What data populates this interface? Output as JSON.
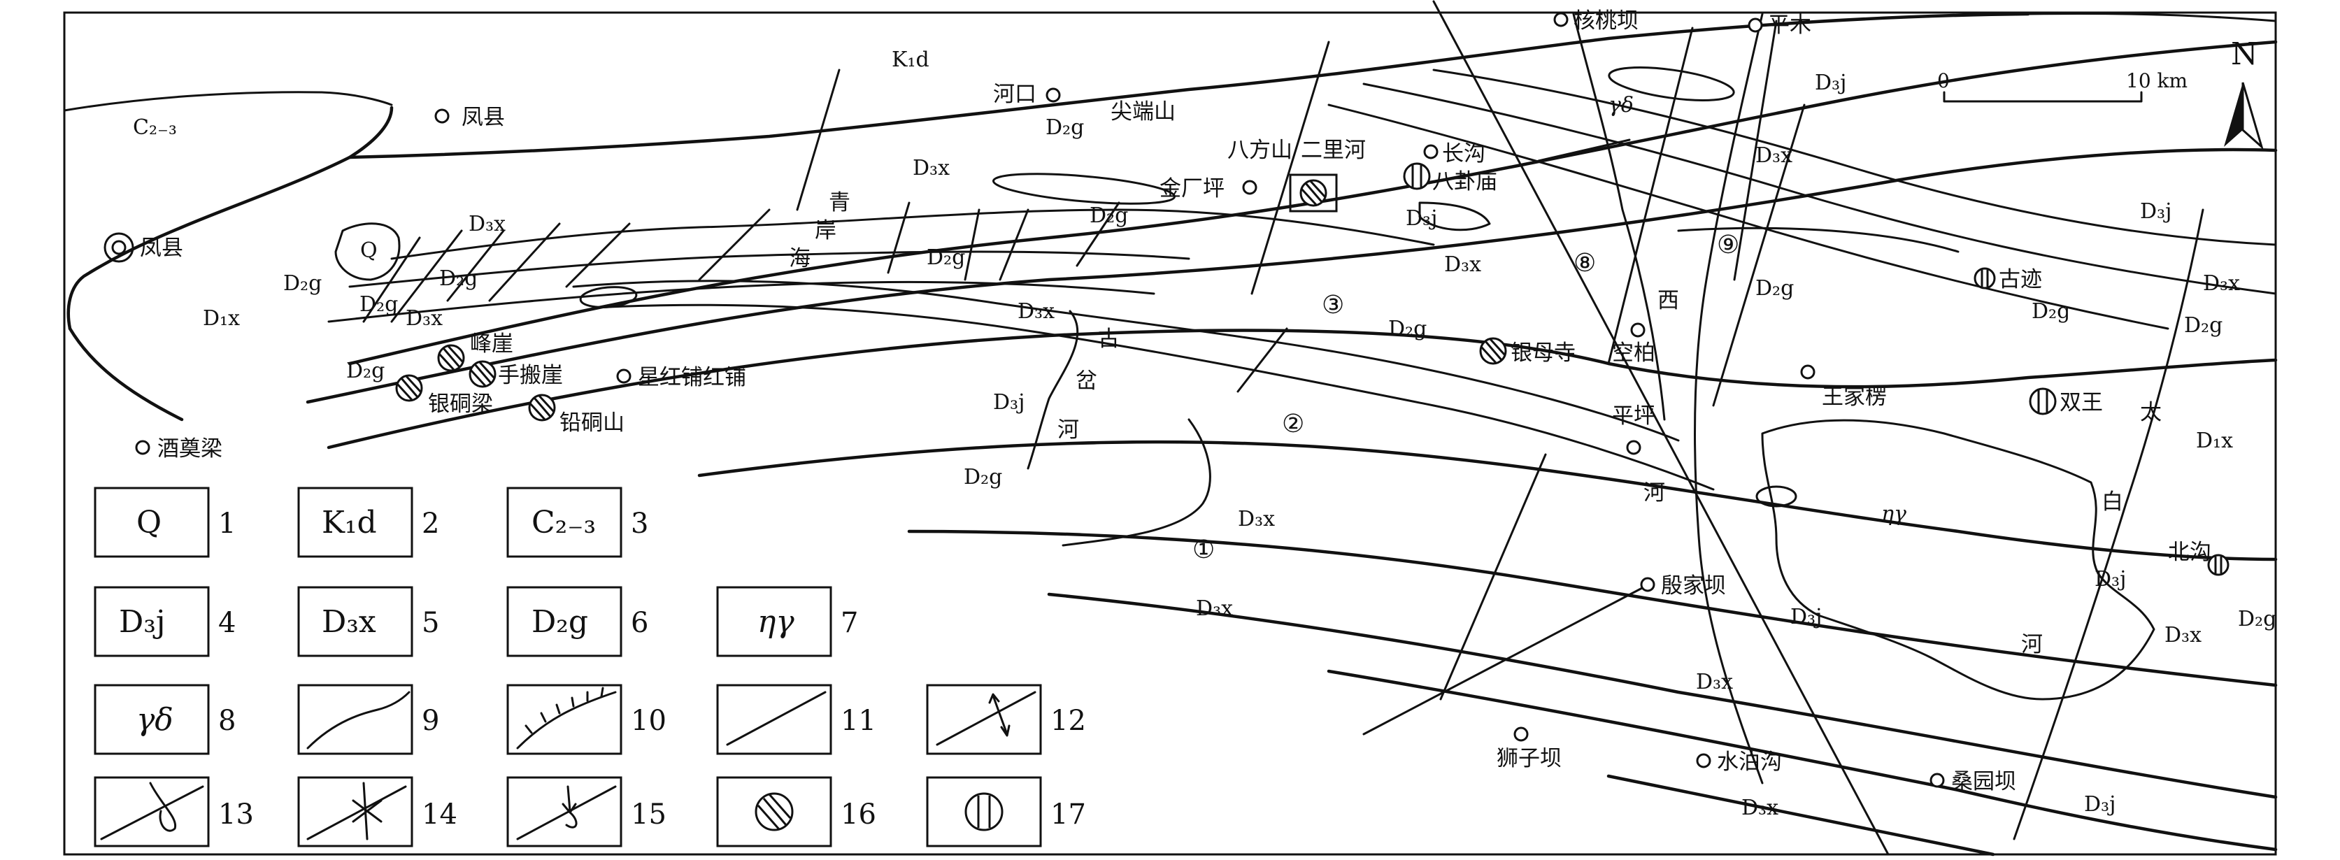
{
  "units": {
    "K1d": "K₁d",
    "C23": "C₂₋₃",
    "D1x": "D₁x",
    "D2g": "D₂g",
    "D3x": "D₃x",
    "D3j": "D₃j",
    "Q": "Q",
    "gd": "γδ",
    "eg": "ηγ"
  },
  "places": {
    "fengxian_a": "凤县",
    "fengxian_b": "凤县",
    "jiumoliang": "酒奠梁",
    "hekou": "河口",
    "jianduanshan": "尖端山",
    "bafangshan": "八方山",
    "erlihe": "二里河",
    "jinchangping": "金厂坪",
    "changgou": "长沟",
    "baguamiao": "八卦庙",
    "hetaoba": "核桃坝",
    "pingmu": "平木",
    "fengya": "峰崖",
    "shoubaya": "手搬崖",
    "yintongliang": "银硐梁",
    "qiantongshan": "铅硐山",
    "xinghongpu": "星红铺红铺",
    "yinmusi": "银母寺",
    "kongbai": "空柏",
    "pingping": "平坪",
    "wangjialeng": "王家楞",
    "gujit": "古迹",
    "shuangwang": "双王",
    "beigou": "北沟",
    "yinjiaba": "殷家坝",
    "shiziba": "狮子坝",
    "shuibogou": "水泊沟",
    "sangyuanba": "桑园坝",
    "qing": "青",
    "yan": "岸",
    "hai": "海",
    "gu": "古",
    "cha": "岔",
    "he1": "河",
    "xi": "西",
    "he2": "河",
    "tai": "太",
    "bai": "白",
    "he3": "河"
  },
  "faults": [
    "①",
    "②",
    "③",
    "⑧",
    "⑨"
  ],
  "scale": {
    "zero": "0",
    "end": "10 km"
  },
  "north": "N",
  "legend": [
    {
      "n": "1",
      "text": "Q"
    },
    {
      "n": "2",
      "text": "K₁d"
    },
    {
      "n": "3",
      "text": "C₂₋₃"
    },
    {
      "n": "4",
      "text": "D₃j"
    },
    {
      "n": "5",
      "text": "D₃x"
    },
    {
      "n": "6",
      "text": "D₂g"
    },
    {
      "n": "7",
      "text": "ηγ"
    },
    {
      "n": "8",
      "text": "γδ"
    },
    {
      "n": "9",
      "text": ""
    },
    {
      "n": "10",
      "text": ""
    },
    {
      "n": "11",
      "text": ""
    },
    {
      "n": "12",
      "text": ""
    },
    {
      "n": "13",
      "text": ""
    },
    {
      "n": "14",
      "text": ""
    },
    {
      "n": "15",
      "text": ""
    },
    {
      "n": "16",
      "text": ""
    },
    {
      "n": "17",
      "text": ""
    }
  ]
}
